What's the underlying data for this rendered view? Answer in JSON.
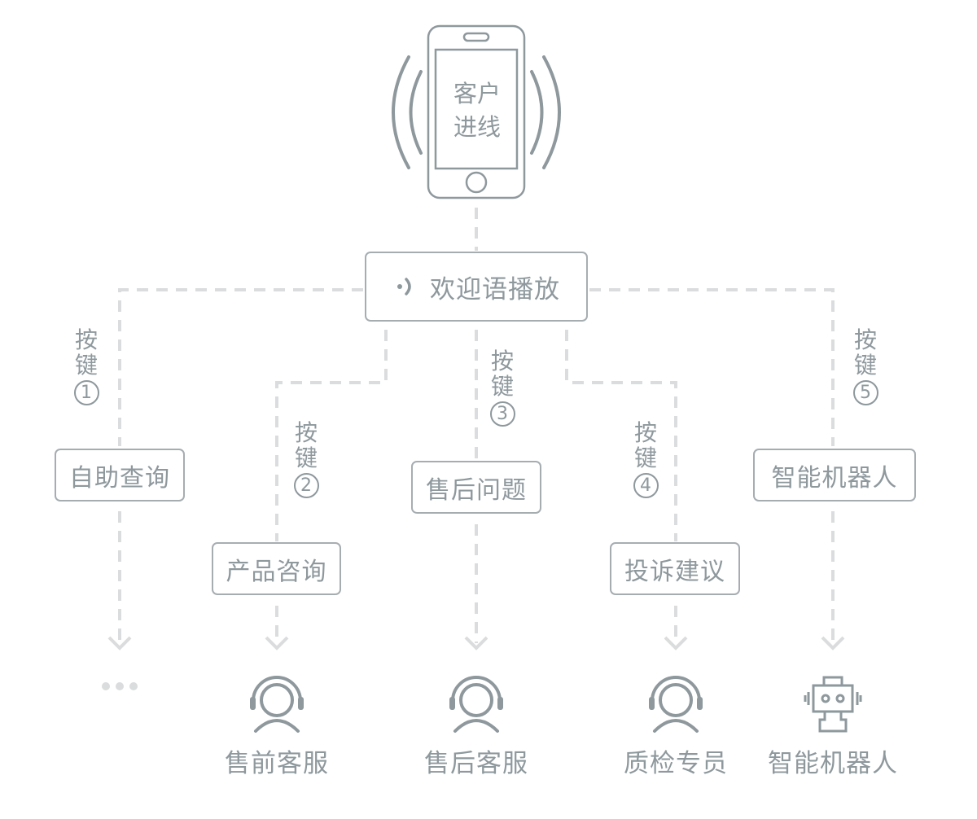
{
  "phone": {
    "line1": "客户",
    "line2": "进线"
  },
  "welcome": {
    "icon": "sound-wave-icon",
    "label": "欢迎语播放"
  },
  "branches": [
    {
      "key_label": "按键",
      "key_number": "1",
      "option": "自助查询",
      "destination": "…",
      "destination_icon": "ellipsis-icon"
    },
    {
      "key_label": "按键",
      "key_number": "2",
      "option": "产品咨询",
      "destination": "售前客服",
      "destination_icon": "headset-agent-icon"
    },
    {
      "key_label": "按键",
      "key_number": "3",
      "option": "售后问题",
      "destination": "售后客服",
      "destination_icon": "headset-agent-icon"
    },
    {
      "key_label": "按键",
      "key_number": "4",
      "option": "投诉建议",
      "destination": "质检专员",
      "destination_icon": "headset-agent-icon"
    },
    {
      "key_label": "按键",
      "key_number": "5",
      "option": "智能机器人",
      "destination": "智能机器人",
      "destination_icon": "robot-icon"
    }
  ],
  "colors": {
    "stroke": "#8e989d",
    "dash": "#dadcdd",
    "border": "#a6adb1"
  }
}
